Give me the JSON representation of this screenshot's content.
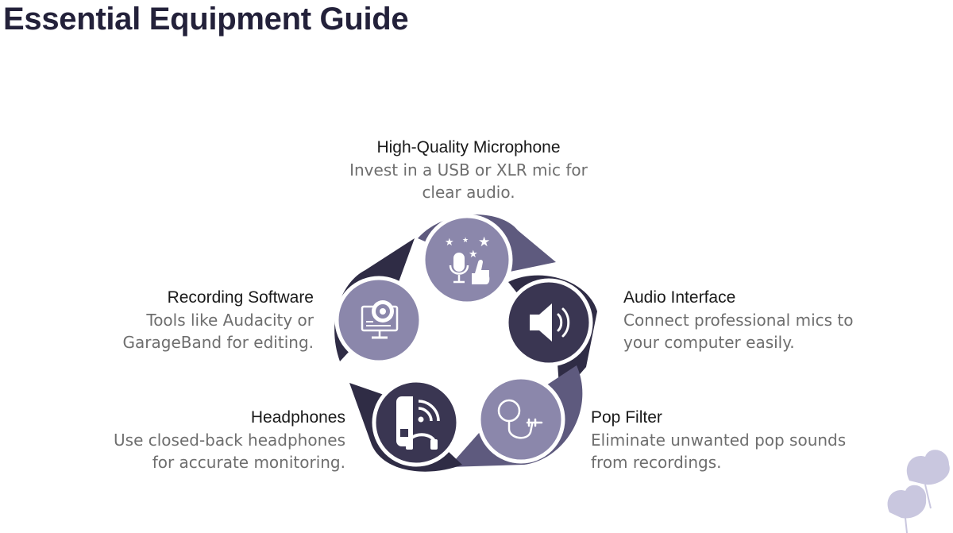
{
  "page": {
    "title": "Essential Equipment Guide"
  },
  "colors": {
    "title": "#23213a",
    "dark_segment": "#2f2c45",
    "light_segment": "#5e5a7e",
    "circle_light": "#8b87ab",
    "circle_dark": "#3a3652",
    "ring": "#ffffff",
    "decor_flower": "#c4c1dc"
  },
  "items": [
    {
      "key": "microphone",
      "title": "High-Quality Microphone",
      "description": [
        "Invest in a USB or XLR mic for",
        "clear audio."
      ],
      "icon": "microphone-thumbs-up-stars-icon"
    },
    {
      "key": "audio-interface",
      "title": "Audio Interface",
      "description": [
        "Connect professional mics to",
        "your computer easily."
      ],
      "icon": "speaker-icon"
    },
    {
      "key": "pop-filter",
      "title": "Pop Filter",
      "description": [
        "Eliminate unwanted pop sounds",
        "from recordings."
      ],
      "icon": "pop-filter-icon"
    },
    {
      "key": "headphones",
      "title": "Headphones",
      "description": [
        "Use closed-back headphones",
        "for accurate monitoring."
      ],
      "icon": "device-headphones-icon"
    },
    {
      "key": "recording-software",
      "title": "Recording Software",
      "description": [
        "Tools like Audacity or",
        "GarageBand for editing."
      ],
      "icon": "monitor-disc-icon"
    }
  ]
}
